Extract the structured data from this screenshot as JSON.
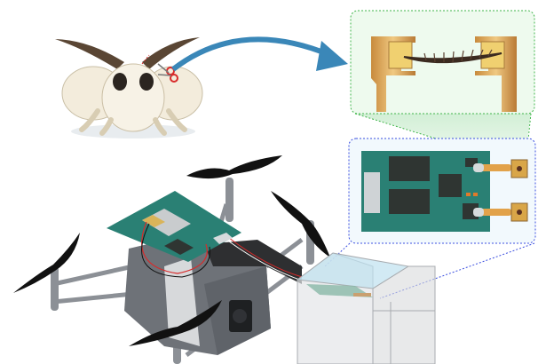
{
  "figure": {
    "parts": [
      "moth-icon",
      "antenna-zoom-inset",
      "sensor-board-inset",
      "quadcopter-drone-icon",
      "sensor-enclosure-box"
    ],
    "colors": {
      "arrow": "#3a87b8",
      "green_inset_border": "#3fb54a",
      "green_inset_fill": "#eefaee",
      "blue_inset_border": "#3b4fe0",
      "blue_inset_fill": "#f2f9fd",
      "pcb": "#2a8074",
      "chip": "#2f3532",
      "electrode_gold": "#d9a648",
      "drone_body": "#6e7278",
      "propeller": "#111111"
    }
  }
}
